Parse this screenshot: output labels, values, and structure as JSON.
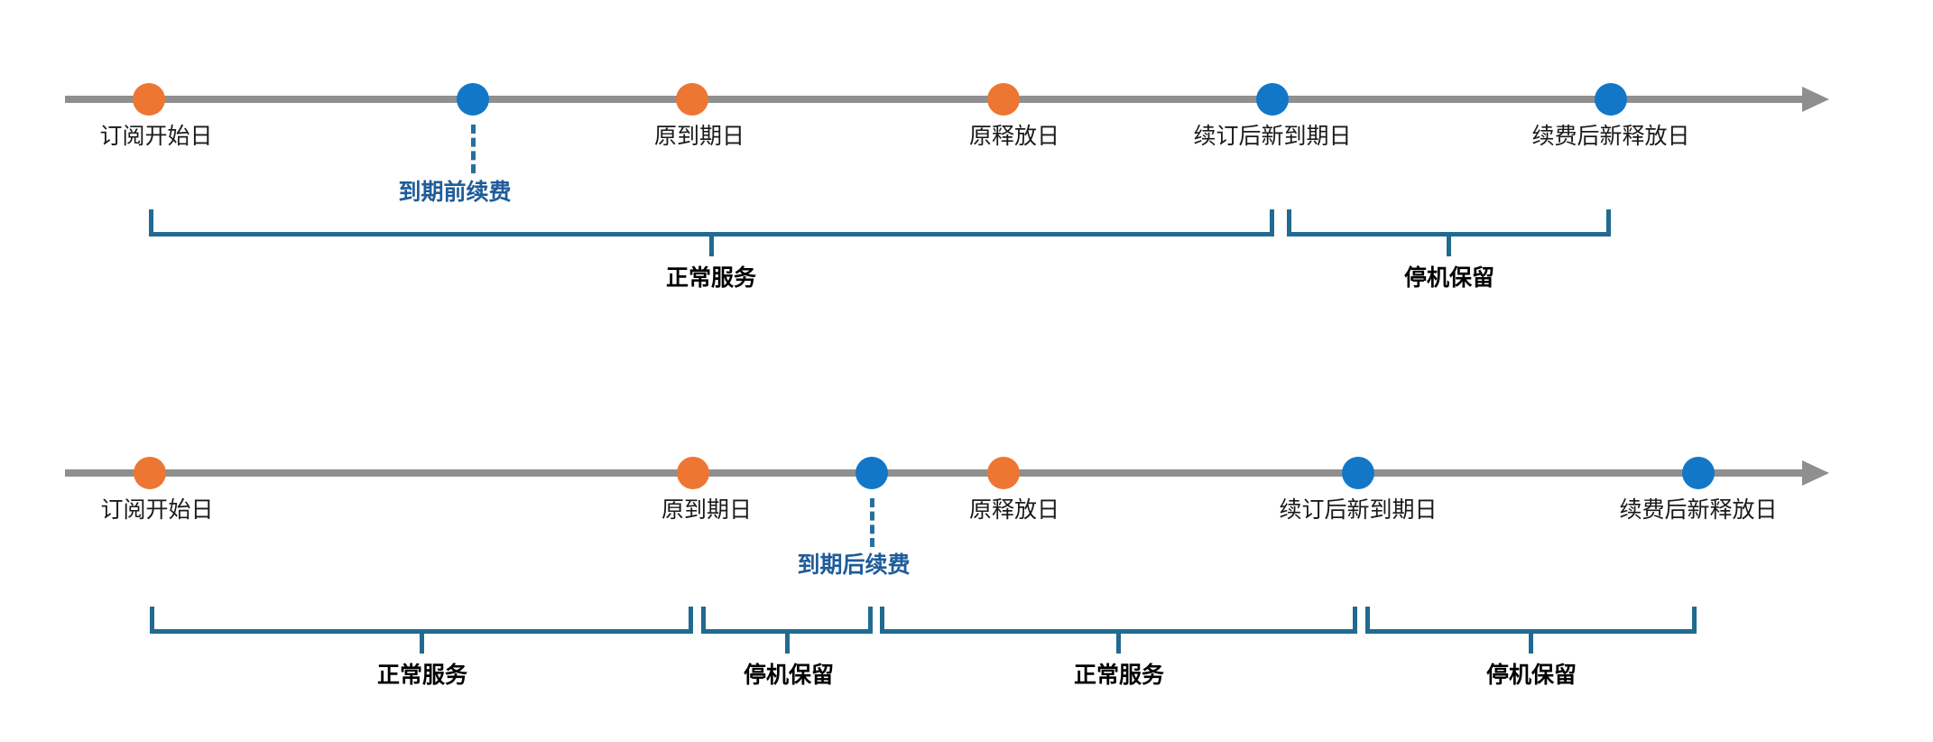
{
  "colors": {
    "orange": "#ED7633",
    "blue": "#1377C8",
    "gray": "#8F8F8F",
    "bracket": "#216A91",
    "dash": "#26709E",
    "blue_text": "#1F5C99",
    "label": "#1A1A1A",
    "bracket_label": "#000000"
  },
  "timeline1": {
    "name": "renew-before-expiry-scenario",
    "points": [
      {
        "label": "订阅开始日",
        "color": "orange"
      },
      {
        "label": "原到期日",
        "color": "orange"
      },
      {
        "label": "原释放日",
        "color": "orange"
      },
      {
        "label": "续订后新到期日",
        "color": "blue"
      },
      {
        "label": "续费后新释放日",
        "color": "blue"
      }
    ],
    "renewal_marker": {
      "label": "到期前续费",
      "color": "blue"
    },
    "brackets": [
      {
        "label": "正常服务"
      },
      {
        "label": "停机保留"
      }
    ]
  },
  "timeline2": {
    "name": "renew-after-expiry-scenario",
    "points": [
      {
        "label": "订阅开始日",
        "color": "orange"
      },
      {
        "label": "原到期日",
        "color": "orange"
      },
      {
        "label": "原释放日",
        "color": "orange"
      },
      {
        "label": "续订后新到期日",
        "color": "blue"
      },
      {
        "label": "续费后新释放日",
        "color": "blue"
      }
    ],
    "renewal_marker": {
      "label": "到期后续费",
      "color": "blue"
    },
    "brackets": [
      {
        "label": "正常服务"
      },
      {
        "label": "停机保留"
      },
      {
        "label": "正常服务"
      },
      {
        "label": "停机保留"
      }
    ]
  }
}
